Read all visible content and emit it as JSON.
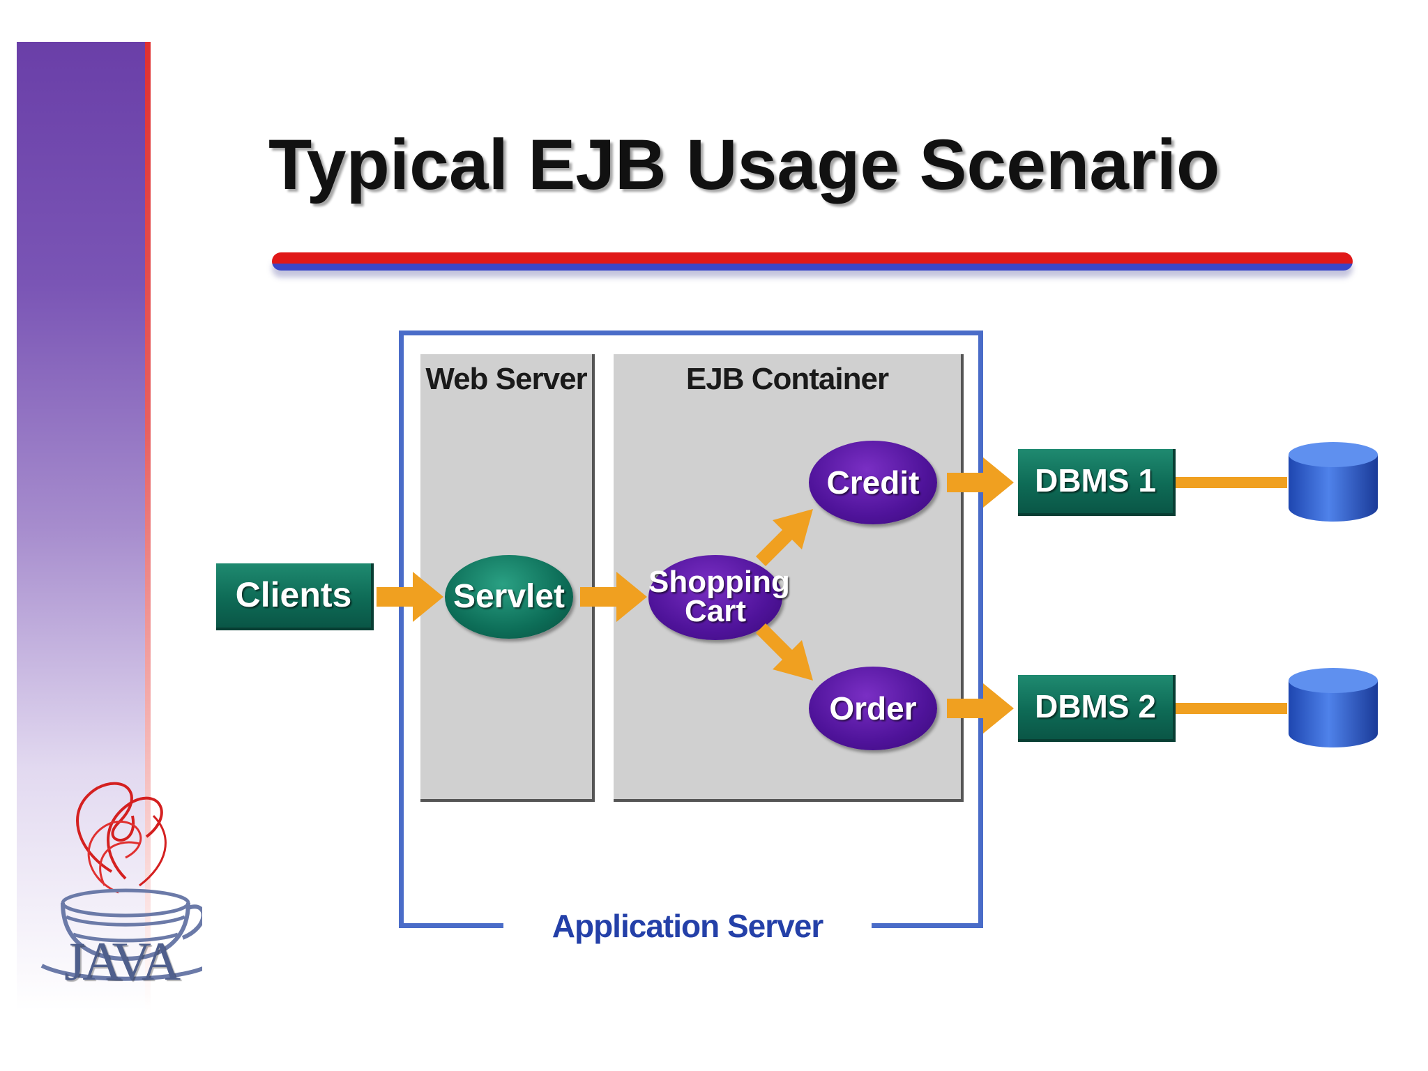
{
  "title": "Typical EJB Usage Scenario",
  "diagram": {
    "clients": "Clients",
    "web_server": "Web Server",
    "ejb_container": "EJB Container",
    "servlet": "Servlet",
    "shopping_cart": [
      "Shopping",
      "Cart"
    ],
    "credit": "Credit",
    "order": "Order",
    "dbms1": "DBMS 1",
    "dbms2": "DBMS 2",
    "application_server": "Application Server"
  },
  "logo": {
    "wordmark": "JAVA"
  },
  "colors": {
    "title_rule_red": "#e01818",
    "title_rule_blue": "#3a46c8",
    "app_server_border": "#4a6cc8",
    "app_server_label": "#2440a8",
    "green_box": "#0e6b56",
    "teal_ellipse": "#0d6e58",
    "purple_ellipse": "#4f139a",
    "arrow": "#f0a020",
    "database": "#3a6ad8",
    "left_band": "#6a3fa8"
  },
  "icons": [
    "database-icon",
    "java-coffee-cup-icon",
    "arrow-icon"
  ]
}
